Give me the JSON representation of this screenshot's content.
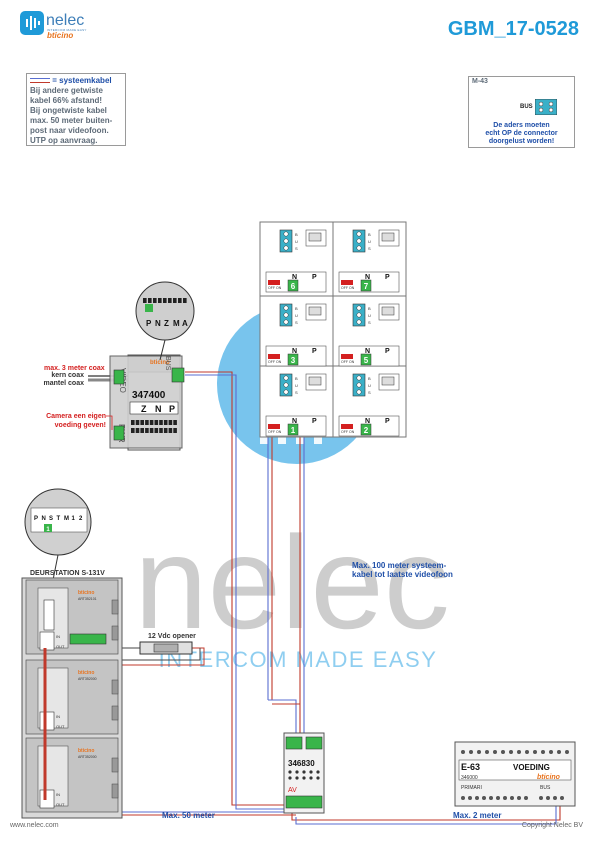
{
  "header": {
    "logo_name": "nelec",
    "logo_tagline": "INTERCOM MADE EASY",
    "logo_brand": "bticino",
    "drawing_code": "GBM_17-0528"
  },
  "notes": {
    "cable_title": "= systeemkabel",
    "cable_lines": [
      "Bij andere getwiste",
      "kabel 66% afstand!",
      "Bij ongetwiste kabel",
      "max. 50 meter buiten-",
      "post naar videofoon.",
      "UTP op aanvraag."
    ],
    "m43_label": "M-43",
    "m43_bus": "BUS",
    "m43_lines": [
      "De aders moeten",
      "echt OP de connector",
      "doorgelust worden!"
    ]
  },
  "camera_module": {
    "coax_warning": "max. 3 meter coax",
    "core_label": "kern coax",
    "shield_label": "mantel coax",
    "camera_note": [
      "Camera een eigen",
      "voeding geven!"
    ],
    "model": "347400",
    "brand": "bticino",
    "video_label": "VIDEO",
    "pwr_label": "PWR",
    "bus_label": "BUS",
    "dip_labels": [
      "P",
      "N",
      "Z",
      "M",
      "A"
    ],
    "terminals": [
      "Z",
      "N",
      "P"
    ]
  },
  "door_station": {
    "title": "DEURSTATION S-131V",
    "module_codes": [
      "ART352101",
      "ART352000",
      "ART352000"
    ],
    "brand": "bticino",
    "in_label": "IN",
    "out_label": "OUT",
    "dip_labels": [
      "P",
      "N",
      "S",
      "T",
      "M",
      "1",
      "2"
    ],
    "dip_value": "1"
  },
  "opener": {
    "label": "12 Vdc opener"
  },
  "videophones": {
    "cells": [
      {
        "num": "6"
      },
      {
        "num": "7"
      },
      {
        "num": "3"
      },
      {
        "num": "5"
      },
      {
        "num": "1"
      },
      {
        "num": "2"
      }
    ],
    "term_labels": [
      "N",
      "P"
    ],
    "switch_label": "OFF ON",
    "bus_pins": [
      "B",
      "U",
      "S"
    ]
  },
  "distance_notes": {
    "system_cable": [
      "Max. 100 meter systeem-",
      "kabel tot laatste videofoon"
    ],
    "door_run": "Max. 50 meter",
    "psu_run": "Max. 2 meter"
  },
  "distributor": {
    "model": "346830",
    "av_label": "AV"
  },
  "psu": {
    "model": "E-63",
    "title": "VOEDING",
    "code": "346000",
    "brand": "bticino",
    "primary_label": "PRIMARI",
    "bus_label": "BUS"
  },
  "watermark": {
    "word": "nelec",
    "tagline": "INTERCOM MADE EASY"
  },
  "footer": {
    "website": "www.nelec.com",
    "copyright": "Copyright Nelec BV"
  },
  "colors": {
    "accent_blue": "#1f9ad8",
    "warning_red": "#d42020",
    "terminal_green": "#39b54a",
    "terminal_cyan": "#3ab0c8",
    "wire_red": "#c0392b",
    "wire_blue": "#5a6ed0",
    "brand_orange": "#e8731e"
  }
}
